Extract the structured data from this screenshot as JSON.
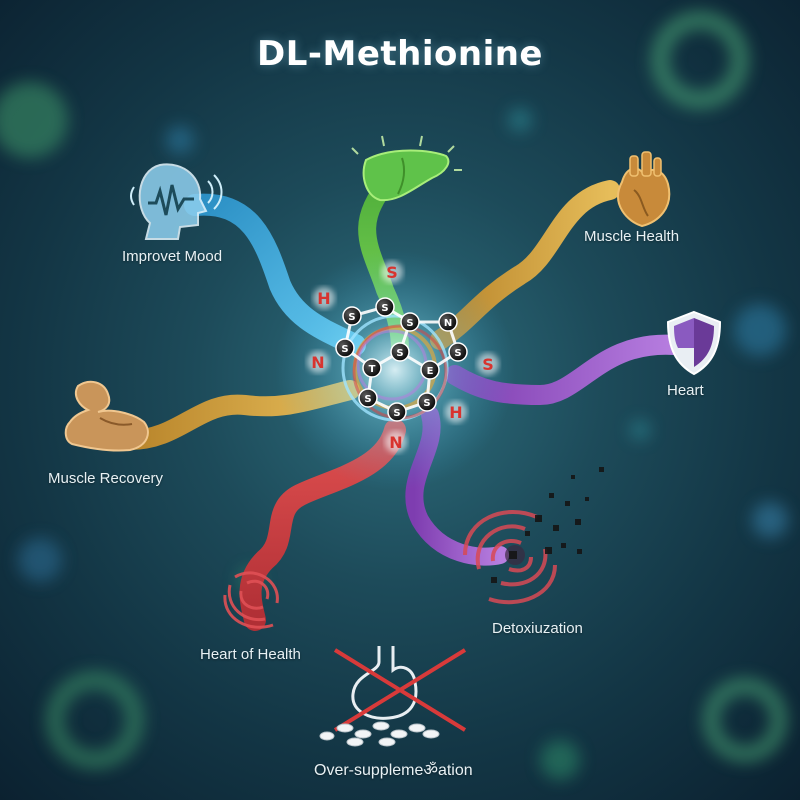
{
  "title": "DL-Methionine",
  "colors": {
    "background": "#1d4b5a",
    "ribbon_blue": "#3aa8d8",
    "ribbon_green": "#5fc24a",
    "ribbon_gold": "#d8a640",
    "ribbon_purple": "#9a55c8",
    "ribbon_red": "#d84444",
    "cross": "#d83a3a"
  },
  "labels": {
    "mood": "Improvet Mood",
    "muscle_health": "Muscle Health",
    "heart": "Heart",
    "muscle_recovery": "Muscle Recovery",
    "heart_of_health": "Heart of Health",
    "detox": "Detoxiuzation",
    "oversupplementation": "Over-supplemeॐation"
  },
  "molecule": {
    "atoms": [
      "H",
      "S",
      "S",
      "S",
      "N",
      "N",
      "S",
      "T",
      "S",
      "E",
      "S",
      "S",
      "S",
      "S",
      "S",
      "H",
      "S",
      "N"
    ]
  },
  "icons": [
    "head-brainwave-icon",
    "liver-icon",
    "anatomical-heart-icon",
    "shield-icon",
    "flexed-arm-icon",
    "red-swirl-icon",
    "detox-swirl-icon",
    "crossed-stomach-icon"
  ]
}
